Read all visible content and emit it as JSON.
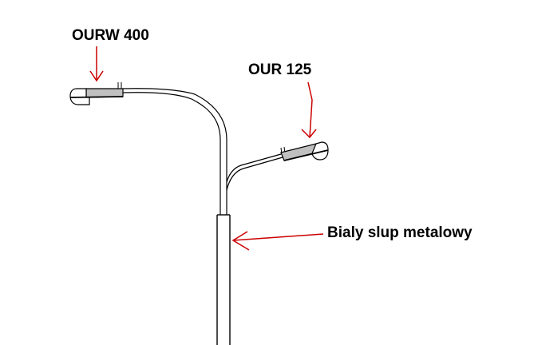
{
  "labels": {
    "lamp_large": "OURW 400",
    "lamp_small": "OUR 125",
    "pole": "Bialy slup metalowy"
  },
  "colors": {
    "arrow": "#cc0000",
    "line": "#000000",
    "lamp_fill": "#c0c0c0",
    "background": "#ffffff"
  }
}
